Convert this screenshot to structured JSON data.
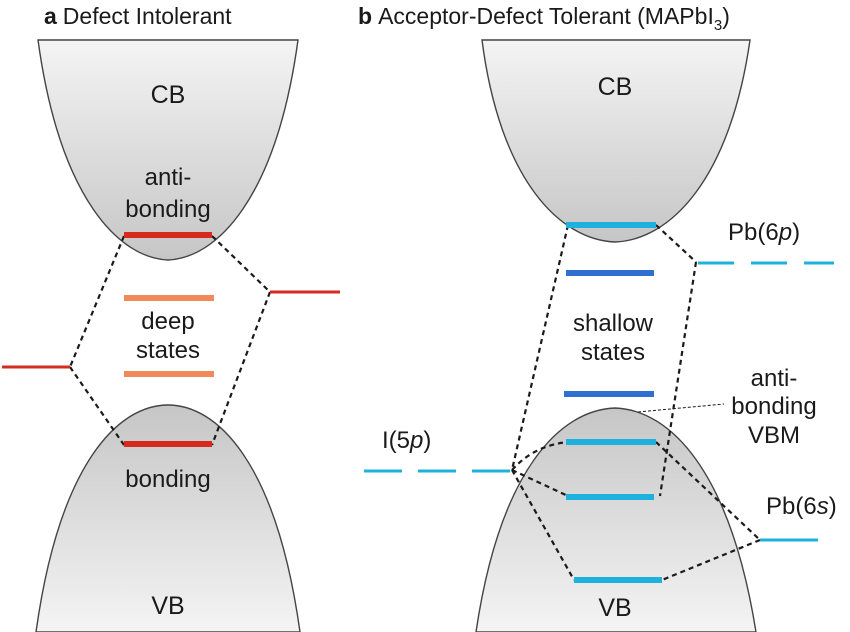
{
  "panel_a": {
    "letter": "a",
    "title": "Defect Intolerant",
    "cb_label": "CB",
    "vb_label": "VB",
    "antibonding_line1": "anti-",
    "antibonding_line2": "bonding",
    "deep_line1": "deep",
    "deep_line2": "states",
    "bonding_label": "bonding"
  },
  "panel_b": {
    "letter": "b",
    "title_main": "Acceptor-Defect Tolerant (MAPbI",
    "title_sub": "3",
    "title_close": ")",
    "cb_label": "CB",
    "vb_label": "VB",
    "shallow_line1": "shallow",
    "shallow_line2": "states",
    "vbm_line1": "anti-",
    "vbm_line2": "bonding",
    "vbm_line3": "VBM",
    "pb6p_base": "Pb(6",
    "pb6p_ital": "p",
    "pb6p_close": ")",
    "i5p_base": "I(5",
    "i5p_ital": "p",
    "i5p_close": ")",
    "pb6s_base": "Pb(6",
    "pb6s_ital": "s",
    "pb6s_close": ")"
  },
  "colors": {
    "red_level": "#d42a20",
    "orange_level": "#f08a5a",
    "cyan_level": "#1fb1de",
    "blue_level": "#2e6fd0",
    "band_fill_light": "#f4f4f4",
    "band_fill_dark": "#c4c4c4"
  }
}
